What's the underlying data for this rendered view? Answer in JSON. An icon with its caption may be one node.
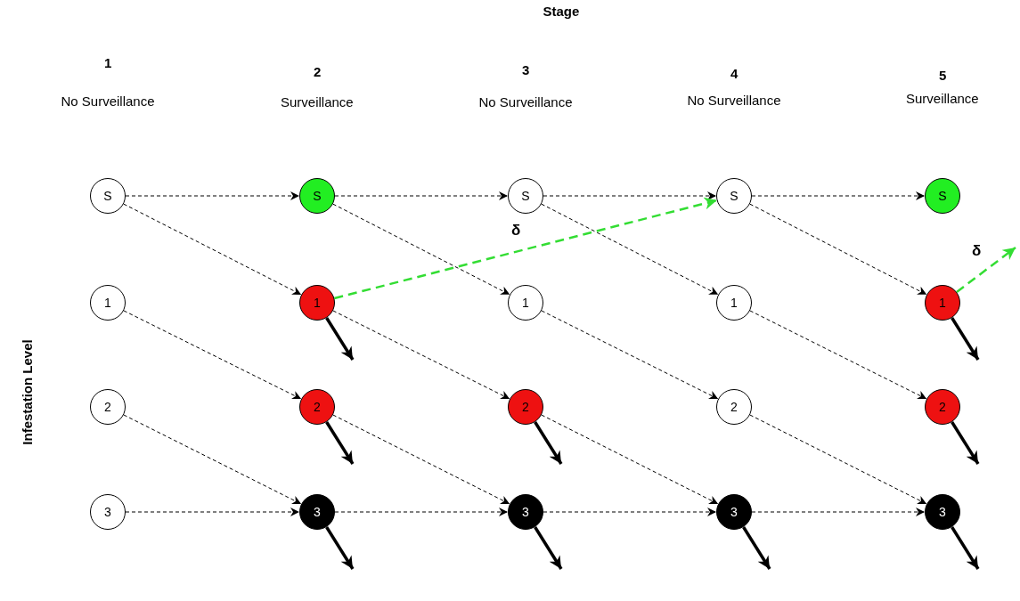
{
  "diagram": {
    "nodes": [
      {
        "text": [
          "S"
        ]
      },
      {
        "text": [
          "S"
        ]
      },
      {
        "text": [
          "S"
        ]
      },
      {
        "text": [
          "S"
        ]
      },
      {
        "text": [
          "S"
        ]
      },
      {
        "text": [
          "1"
        ]
      },
      {
        "text": [
          "1"
        ]
      },
      {
        "text": [
          "1"
        ]
      },
      {
        "text": [
          "1"
        ]
      },
      {
        "text": [
          "1"
        ]
      },
      {
        "text": [
          "2"
        ]
      },
      {
        "text": [
          "2"
        ]
      },
      {
        "text": [
          "2"
        ]
      },
      {
        "text": [
          "2"
        ]
      },
      {
        "text": [
          "2"
        ]
      },
      {
        "text": [
          "3"
        ]
      },
      {
        "text": [
          "3"
        ]
      },
      {
        "text": [
          "3"
        ]
      },
      {
        "text": [
          "3"
        ]
      },
      {
        "text": [
          "3"
        ]
      }
    ],
    "edges": [
      {
        "from": 0,
        "to": 1,
        "arrow": "to",
        "style": "dashed"
      },
      {
        "from": 0,
        "to": 6,
        "arrow": "to",
        "style": "dashed"
      },
      {
        "from": 1,
        "to": 2,
        "arrow": "to",
        "style": "dashed"
      },
      {
        "from": 1,
        "to": 7,
        "arrow": "to",
        "style": "dashed"
      },
      {
        "from": 2,
        "to": 3,
        "arrow": "to",
        "style": "dashed"
      },
      {
        "from": 2,
        "to": 8,
        "arrow": "to",
        "style": "dashed"
      },
      {
        "from": 3,
        "to": 4,
        "arrow": "to",
        "style": "dashed"
      },
      {
        "from": 3,
        "to": 9,
        "arrow": "to",
        "style": "dashed"
      },
      {
        "from": 5,
        "to": 11,
        "arrow": "to",
        "style": "dashed"
      },
      {
        "from": 6,
        "to": 3,
        "label": "δ",
        "arrow": "to",
        "style": "dashed",
        "color": "#33dd33"
      },
      {
        "from": 6,
        "to": 12,
        "arrow": "to",
        "style": "dashed"
      },
      {
        "from": 6,
        "to": null,
        "arrow": "to",
        "style": "thick"
      },
      {
        "from": 7,
        "to": 13,
        "arrow": "to",
        "style": "dashed"
      },
      {
        "from": 8,
        "to": 14,
        "arrow": "to",
        "style": "dashed"
      },
      {
        "from": 9,
        "to": null,
        "label": "δ",
        "arrow": "to",
        "style": "dashed",
        "color": "#33dd33"
      },
      {
        "from": 9,
        "to": null,
        "arrow": "to",
        "style": "thick"
      },
      {
        "from": 10,
        "to": 16,
        "arrow": "to",
        "style": "dashed"
      },
      {
        "from": 11,
        "to": 17,
        "arrow": "to",
        "style": "dashed"
      },
      {
        "from": 11,
        "to": null,
        "arrow": "to",
        "style": "thick"
      },
      {
        "from": 12,
        "to": 18,
        "arrow": "to",
        "style": "dashed"
      },
      {
        "from": 12,
        "to": null,
        "arrow": "to",
        "style": "thick"
      },
      {
        "from": 13,
        "to": 19,
        "arrow": "to",
        "style": "dashed"
      },
      {
        "from": 14,
        "to": null,
        "arrow": "to",
        "style": "thick"
      },
      {
        "from": 15,
        "to": 16,
        "arrow": "to",
        "style": "dashed"
      },
      {
        "from": 16,
        "to": 17,
        "arrow": "to",
        "style": "dashed"
      },
      {
        "from": 16,
        "to": null,
        "arrow": "to",
        "style": "thick"
      },
      {
        "from": 17,
        "to": 18,
        "arrow": "to",
        "style": "dashed"
      },
      {
        "from": 17,
        "to": null,
        "arrow": "to",
        "style": "thick"
      },
      {
        "from": 18,
        "to": 19,
        "arrow": "to",
        "style": "dashed"
      },
      {
        "from": 18,
        "to": null,
        "arrow": "to",
        "style": "thick"
      },
      {
        "from": 19,
        "to": null,
        "arrow": "to",
        "style": "thick"
      }
    ],
    "labels": [
      "Stage",
      "1",
      "2",
      "3",
      "4",
      "5",
      "No Surveillance",
      "Surveillance",
      "No Surveillance",
      "No Surveillance",
      "Surveillance",
      "Infestation Level"
    ]
  }
}
